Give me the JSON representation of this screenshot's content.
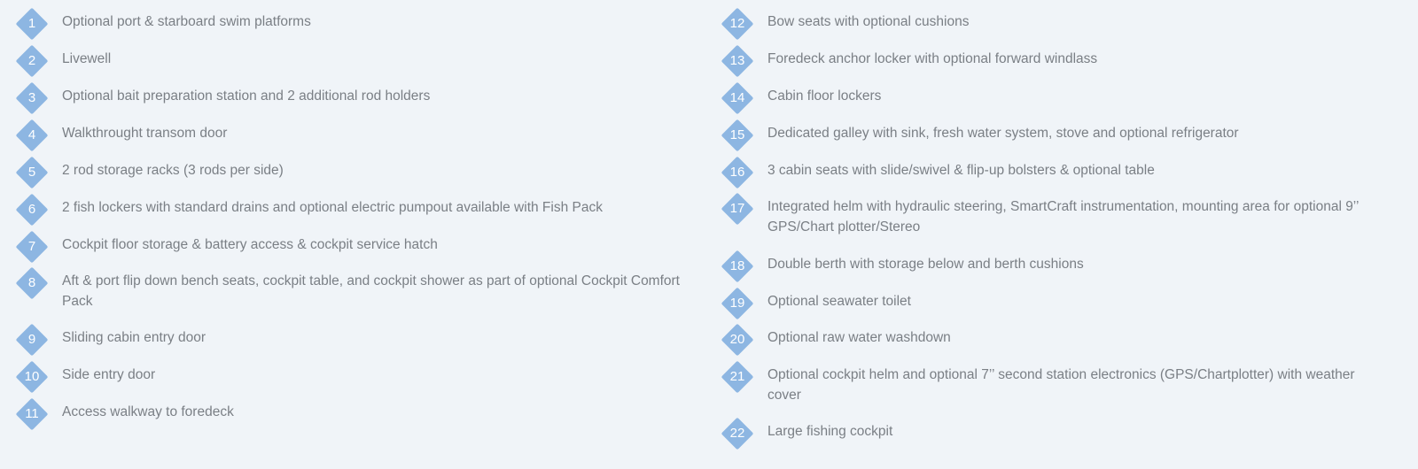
{
  "colors": {
    "background": "#f0f4f8",
    "badge": "#8db6e2",
    "badge_text": "#ffffff",
    "label_text": "#7a7f85"
  },
  "icons": {
    "badge_shape": "diamond-badge-icon"
  },
  "left_items": [
    {
      "number": "1",
      "text": "Optional port & starboard swim platforms"
    },
    {
      "number": "2",
      "text": "Livewell"
    },
    {
      "number": "3",
      "text": "Optional bait preparation station and 2 additional rod holders"
    },
    {
      "number": "4",
      "text": "Walkthrought transom door"
    },
    {
      "number": "5",
      "text": "2 rod storage racks (3 rods per side)"
    },
    {
      "number": "6",
      "text": "2 fish lockers with standard drains and optional electric pumpout available with Fish Pack"
    },
    {
      "number": "7",
      "text": "Cockpit floor storage & battery access & cockpit service hatch"
    },
    {
      "number": "8",
      "text": "Aft & port flip down bench seats, cockpit table, and cockpit shower as part of optional Cockpit Comfort Pack"
    },
    {
      "number": "9",
      "text": "Sliding cabin entry door"
    },
    {
      "number": "10",
      "text": "Side entry door"
    },
    {
      "number": "11",
      "text": "Access walkway to foredeck"
    }
  ],
  "right_items": [
    {
      "number": "12",
      "text": "Bow seats with optional cushions"
    },
    {
      "number": "13",
      "text": "Foredeck anchor locker with optional forward windlass"
    },
    {
      "number": "14",
      "text": "Cabin floor lockers"
    },
    {
      "number": "15",
      "text": "Dedicated galley with sink, fresh water system, stove and optional refrigerator"
    },
    {
      "number": "16",
      "text": "3 cabin seats with slide/swivel & flip-up bolsters & optional table"
    },
    {
      "number": "17",
      "text": "Integrated helm with hydraulic steering, SmartCraft instrumentation, mounting area for optional 9’’ GPS/Chart plotter/Stereo"
    },
    {
      "number": "18",
      "text": "Double berth with storage below and berth cushions"
    },
    {
      "number": "19",
      "text": "Optional seawater toilet"
    },
    {
      "number": "20",
      "text": "Optional raw water washdown"
    },
    {
      "number": "21",
      "text": "Optional cockpit helm and optional 7’’ second station electronics (GPS/Chartplotter) with weather cover"
    },
    {
      "number": "22",
      "text": "Large fishing cockpit"
    }
  ]
}
